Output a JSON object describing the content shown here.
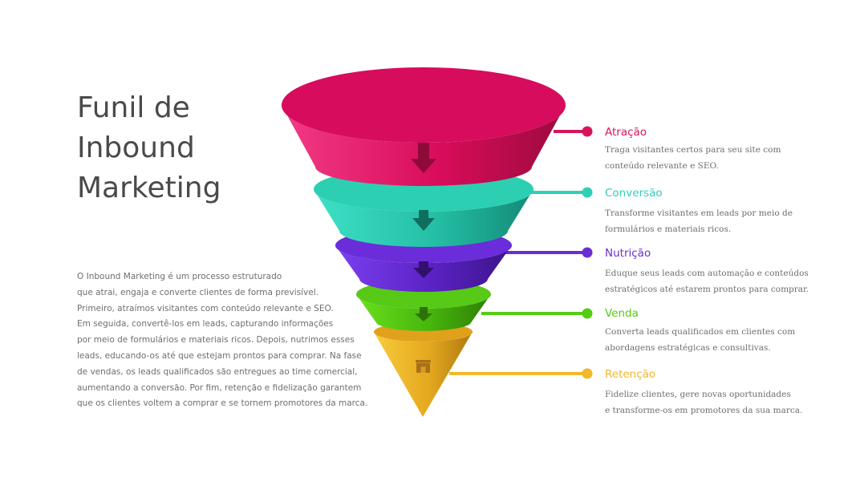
{
  "title_lines": [
    "Funil de",
    "Inbound",
    "Marketing"
  ],
  "intro_lines": [
    "O Inbound Marketing é um processo estruturado",
    "que atrai, engaja e converte clientes de forma previsível.",
    "Primeiro, atraímos visitantes com conteúdo relevante e SEO.",
    "Em seguida, convertê-los em leads, capturando informações",
    "por meio de formulários e materiais ricos. Depois, nutrimos esses",
    "leads, educando-os até que estejam prontos para comprar. Na fase",
    "de vendas, os leads qualificados são entregues ao time comercial,",
    "aumentando a conversão. Por fim, retenção e fidelização garantem",
    "que os clientes voltem a comprar e se tornem promotores da marca."
  ],
  "stages": [
    {
      "label": "Atração",
      "color": "#d6145e",
      "description_lines": [
        "Traga visitantes certos para seu site com",
        "conteúdo relevante e SEO."
      ]
    },
    {
      "label": "Conversão",
      "color": "#2fcfb8",
      "description_lines": [
        "Transforme visitantes em leads por meio de",
        "formulários e materiais ricos."
      ]
    },
    {
      "label": "Nutrição",
      "color": "#6a2dd0",
      "description_lines": [
        "Eduque seus leads com automação e conteúdos",
        "estratégicos até estarem prontos para comprar."
      ]
    },
    {
      "label": "Venda",
      "color": "#55cc11",
      "description_lines": [
        "Converta leads qualificados em clientes com",
        "abordagens estratégicas e consultivas."
      ]
    },
    {
      "label": "Retenção",
      "color": "#f0b82a",
      "description_lines": [
        "Fidelize clientes, gere novas oportunidades",
        "e transforme-os em promotores da sua marca."
      ]
    }
  ],
  "icons": {
    "funnel_tip": "store-icon",
    "stage_arrows": "arrow-down-icon"
  }
}
